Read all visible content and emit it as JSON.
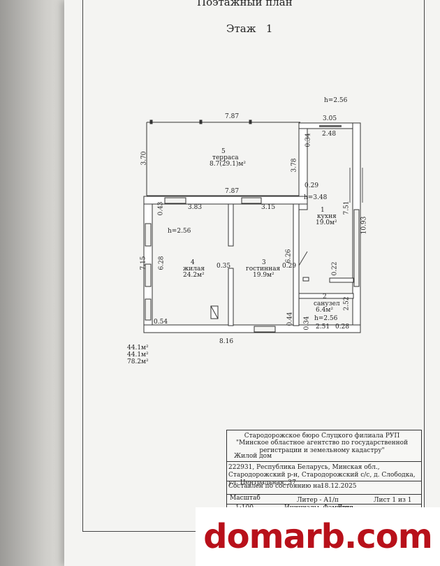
{
  "header": {
    "title": "Поэтажный план",
    "floor_label": "Этаж   1"
  },
  "plan": {
    "dims": {
      "top_h": "h=2.56",
      "top_305": "3.05",
      "top_787": "7.87",
      "top_248": "2.48",
      "left_370": "3.70",
      "d_034a": "0.34",
      "d_378": "3.78",
      "mid_787": "7.87",
      "d_029a": "0.29",
      "d_348": "h=3.48",
      "d_043": "0.43",
      "d_383": "3.83",
      "d_315": "3.15",
      "d_751": "7.51",
      "d_1093": "10.93",
      "h_256a": "h=2.56",
      "d_715": "7.15",
      "d_628": "6.28",
      "d_626": "6.26",
      "d_035": "0.35",
      "d_029b": "0.29",
      "d_022": "0.22",
      "d_252": "2.52",
      "h_256b": "h=2.56",
      "d_054": "0.54",
      "d_044": "0.44",
      "d_034b": "0.34",
      "d_251": "2.51",
      "d_028": "0.28",
      "bottom_816": "8.16"
    },
    "rooms": [
      {
        "num": "5",
        "name": "терраса",
        "area": "8.7(29.1)м²"
      },
      {
        "num": "1",
        "name": "кухня",
        "area": "19.0м²"
      },
      {
        "num": "4",
        "name": "жилая",
        "area": "24.2м²"
      },
      {
        "num": "3",
        "name": "гостинная",
        "area": "19.9м²"
      },
      {
        "num": "2",
        "name": "санузел",
        "area": "6.4м²"
      }
    ],
    "totals": [
      "44.1м²",
      "44.1м²",
      "78.2м²"
    ]
  },
  "stamp": {
    "org": "Стародорожское бюро Слуцкого филиала РУП \"Минское областное агентство по государственной регистрации и земельному кадастру\"",
    "object": "Жилой дом",
    "address": "222931, Республика Беларусь, Минская обл., Стародорожский р-н, Стародорожский с/с, д. Слободка, ул. Центральная, 37",
    "date_label": "Составлен по состоянию на:",
    "date": "18.12.2025",
    "scale_label": "Масштаб",
    "scale": "1:100",
    "liter": "Литер - А1/п",
    "sheet": "Лист 1 из 1",
    "initials": "Инициалы, Фамилия",
    "date_col": "Дата"
  },
  "watermark": "domarb.com"
}
